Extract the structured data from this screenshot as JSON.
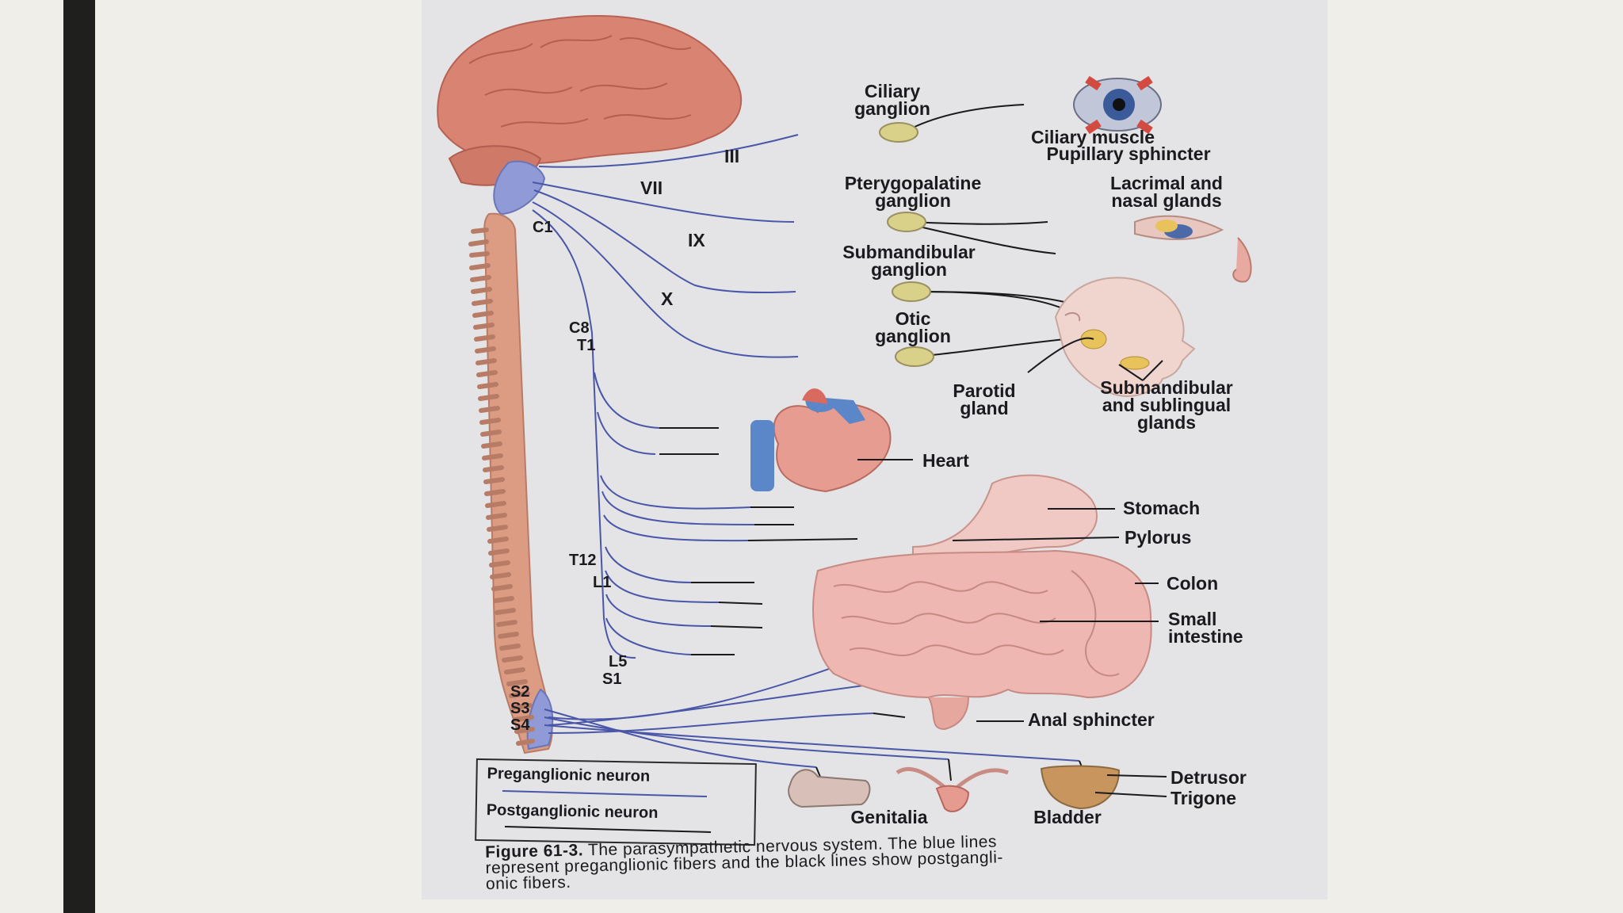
{
  "figure": {
    "labels": {
      "ciliary_ganglion": "Ciliary\nganglion",
      "ciliary_muscle": "Ciliary muscle",
      "pupillary_sphincter": "Pupillary sphincter",
      "pterygopalatine_ganglion": "Pterygopalatine\nganglion",
      "lacrimal_nasal": "Lacrimal and\nnasal glands",
      "submandibular_ganglion": "Submandibular\nganglion",
      "otic_ganglion": "Otic\nganglion",
      "parotid_gland": "Parotid\ngland",
      "submandibular_sublingual": "Submandibular\nand sublingual\nglands",
      "heart": "Heart",
      "stomach": "Stomach",
      "pylorus": "Pylorus",
      "colon": "Colon",
      "small_intestine": "Small\nintestine",
      "anal_sphincter": "Anal sphincter",
      "detrusor": "Detrusor",
      "trigone": "Trigone",
      "genitalia": "Genitalia",
      "bladder": "Bladder"
    },
    "nerves": {
      "III": "III",
      "VII": "VII",
      "IX": "IX",
      "X": "X"
    },
    "spinal_levels": {
      "C1": "C1",
      "C8": "C8",
      "T1": "T1",
      "T12": "T12",
      "L1": "L1",
      "L5": "L5",
      "S1": "S1",
      "S2": "S2",
      "S3": "S3",
      "S4": "S4"
    },
    "legend": {
      "preganglionic": "Preganglionic neuron",
      "postganglionic": "Postganglionic neuron"
    },
    "caption": {
      "figure_number": "Figure 61-3.",
      "text_line1": "The parasympathetic nervous system. The blue lines",
      "text_line2": "represent preganglionic fibers and the black lines show postgangli-",
      "text_line3": "onic fibers."
    },
    "colors": {
      "preganglionic": "#4a56a8",
      "postganglionic": "#1a1a1a",
      "ganglion": "#d9d08a",
      "organ": "#e59b90",
      "spinal_cord": "#8f9ad6"
    }
  }
}
